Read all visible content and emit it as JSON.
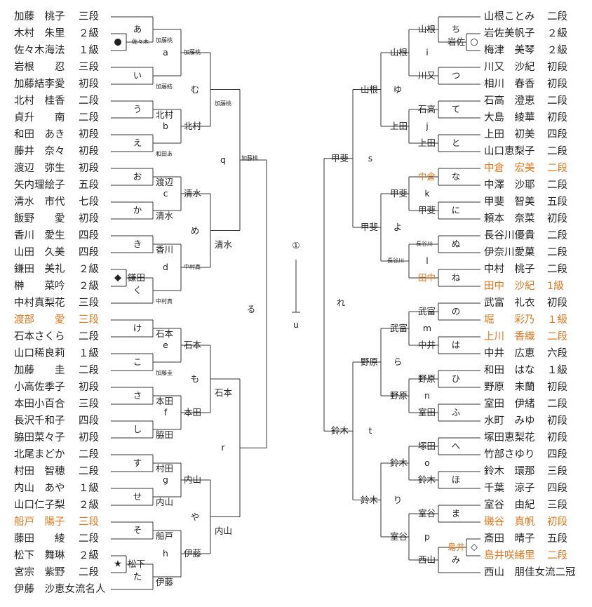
{
  "colors": {
    "line": "#333333",
    "text": "#222222",
    "highlight": "#e07820"
  },
  "left": {
    "players": [
      {
        "name": "加藤　桃子",
        "rank": "三段"
      },
      {
        "name": "木村　朱里",
        "rank": "２級"
      },
      {
        "name": "佐々木海法",
        "rank": "１級"
      },
      {
        "name": "岩根　　忍",
        "rank": "三段"
      },
      {
        "name": "加藤結李愛",
        "rank": "初段"
      },
      {
        "name": "北村　桂香",
        "rank": "二段"
      },
      {
        "name": "貞升　　南",
        "rank": "二段"
      },
      {
        "name": "和田　あき",
        "rank": "初段"
      },
      {
        "name": "藤井　奈々",
        "rank": "初段"
      },
      {
        "name": "渡辺　弥生",
        "rank": "初段"
      },
      {
        "name": "矢内理絵子",
        "rank": "五段"
      },
      {
        "name": "清水　市代",
        "rank": "七段"
      },
      {
        "name": "飯野　　愛",
        "rank": "初段"
      },
      {
        "name": "香川　愛生",
        "rank": "四段"
      },
      {
        "name": "山田　久美",
        "rank": "四段"
      },
      {
        "name": "鎌田　美礼",
        "rank": "２級"
      },
      {
        "name": "榊　　菜吟",
        "rank": "２級"
      },
      {
        "name": "中村真梨花",
        "rank": "三段"
      },
      {
        "name": "渡部　　愛",
        "rank": "三段",
        "highlight": true
      },
      {
        "name": "石本さくら",
        "rank": "二段"
      },
      {
        "name": "山口稀良莉",
        "rank": "１級"
      },
      {
        "name": "加藤　　圭",
        "rank": "二段"
      },
      {
        "name": "小高佐季子",
        "rank": "初段"
      },
      {
        "name": "本田小百合",
        "rank": "三段"
      },
      {
        "name": "長沢千和子",
        "rank": "四段"
      },
      {
        "name": "脇田菜々子",
        "rank": "初段"
      },
      {
        "name": "北尾まどか",
        "rank": "二段"
      },
      {
        "name": "村田　智穂",
        "rank": "二段"
      },
      {
        "name": "内山　あや",
        "rank": "１級"
      },
      {
        "name": "山口仁子梨",
        "rank": "２級"
      },
      {
        "name": "船戸　陽子",
        "rank": "三段",
        "highlight": true
      },
      {
        "name": "藤田　　綾",
        "rank": "二段"
      },
      {
        "name": "松下　舞琳",
        "rank": "２級"
      },
      {
        "name": "宮宗　紫野",
        "rank": "二段"
      },
      {
        "name": "伊藤　沙恵女流名人",
        "rank": ""
      }
    ],
    "game_labels": [
      "あ",
      "い",
      "う",
      "え",
      "お",
      "か",
      "き",
      "く",
      "け",
      "こ",
      "さ",
      "し",
      "す",
      "せ",
      "そ",
      "た"
    ],
    "second_labels": [
      "a",
      "b",
      "c",
      "d",
      "e",
      "f",
      "g",
      "h"
    ],
    "third_labels": [
      "む",
      "め",
      "も",
      "や"
    ],
    "fourth_labels": [
      "q",
      "r"
    ],
    "semi_label": "る",
    "winners": {
      "prelim_a": "佐々木",
      "r1_a": "加藤桃",
      "r1_i": "加藤結",
      "r1_u": "北村",
      "r1_e": "和田あ",
      "r1_o": "渡辺",
      "r1_ka": "清水",
      "r1_ki": "香川",
      "r1_ku_top": "鎌田",
      "r1_ku": "中村真",
      "r1_ke": "石本",
      "r1_ko": "加藤圭",
      "r1_sa": "本田",
      "r1_shi": "脇田",
      "r1_su": "村田",
      "r1_se": "内山",
      "r1_so": "船戸",
      "r1_ta_top": "松下",
      "r1_ta": "伊藤",
      "r2_a": "加藤桃",
      "r2_b": "北村",
      "r2_c": "清水",
      "r2_d": "中村真",
      "r2_e": "石本",
      "r2_f": "本田",
      "r2_g": "内山",
      "r2_h": "伊藤",
      "r3_mu": "加藤桃",
      "r3_me": "清水",
      "r3_mo": "石本",
      "r3_ya": "内山",
      "r4_q": "加藤桃"
    }
  },
  "right": {
    "players": [
      {
        "name": "山根ことみ",
        "rank": "二段"
      },
      {
        "name": "岩佐美帆子",
        "rank": "２級"
      },
      {
        "name": "梅津　美琴",
        "rank": "２級"
      },
      {
        "name": "川又　沙紀",
        "rank": "初段"
      },
      {
        "name": "相川　春香",
        "rank": "初段"
      },
      {
        "name": "石高　澄恵",
        "rank": "二段"
      },
      {
        "name": "大島　綾華",
        "rank": "初段"
      },
      {
        "name": "上田　初美",
        "rank": "四段"
      },
      {
        "name": "山口恵梨子",
        "rank": "二段"
      },
      {
        "name": "中倉　宏美",
        "rank": "二段",
        "highlight": true
      },
      {
        "name": "中澤　沙耶",
        "rank": "二段"
      },
      {
        "name": "甲斐　智美",
        "rank": "五段"
      },
      {
        "name": "頼本　奈菜",
        "rank": "初段"
      },
      {
        "name": "長谷川優貴",
        "rank": "二段"
      },
      {
        "name": "伊奈川愛菓",
        "rank": "二段"
      },
      {
        "name": "中村　桃子",
        "rank": "二段"
      },
      {
        "name": "田中　沙紀",
        "rank": "1級",
        "highlight": true
      },
      {
        "name": "武富　礼衣",
        "rank": "初段"
      },
      {
        "name": "堀　　彩乃",
        "rank": "１級",
        "highlight": true
      },
      {
        "name": "上川　香織",
        "rank": "二段",
        "highlight": true
      },
      {
        "name": "中井　広恵",
        "rank": "六段"
      },
      {
        "name": "和田　はな",
        "rank": "１級"
      },
      {
        "name": "野原　未蘭",
        "rank": "初段"
      },
      {
        "name": "室田　伊緒",
        "rank": "二段"
      },
      {
        "name": "水町　みゆ",
        "rank": "初段"
      },
      {
        "name": "塚田恵梨花",
        "rank": "初段"
      },
      {
        "name": "竹部さゆり",
        "rank": "四段"
      },
      {
        "name": "鈴木　環那",
        "rank": "三段"
      },
      {
        "name": "千葉　涼子",
        "rank": "四段"
      },
      {
        "name": "室谷　由紀",
        "rank": "三段"
      },
      {
        "name": "磯谷　真帆",
        "rank": "初段",
        "highlight": true
      },
      {
        "name": "斎田　晴子",
        "rank": "五段"
      },
      {
        "name": "島井咲緒里",
        "rank": "二段",
        "highlight": true
      },
      {
        "name": "西山　朋佳女流二冠",
        "rank": ""
      }
    ],
    "game_labels": [
      "ち",
      "つ",
      "て",
      "と",
      "な",
      "に",
      "ぬ",
      "ね",
      "の",
      "は",
      "ひ",
      "ふ",
      "へ",
      "ほ",
      "ま",
      "み"
    ],
    "second_labels": [
      "i",
      "j",
      "k",
      "l",
      "m",
      "n",
      "o",
      "p"
    ],
    "third_labels": [
      "ゆ",
      "よ",
      "ら",
      "り"
    ],
    "fourth_labels": [
      "s",
      "t"
    ],
    "semi_label": "れ",
    "winners": {
      "prelim_chi": "岩佐",
      "r1_chi": "山根",
      "r1_tsu": "川又",
      "r1_te": "石高",
      "r1_to": "上田",
      "r1_na": "中倉",
      "r1_ni": "甲斐",
      "r1_nu": "長谷川",
      "r1_ne": "田中",
      "r1_no": "武富",
      "r1_ha": "中井",
      "r1_hi": "野原",
      "r1_fu": "室田",
      "r1_he": "塚田",
      "r1_ho": "鈴木",
      "r1_ma": "室谷",
      "r1_mi_top": "島井",
      "r1_mi": "西山",
      "r2_i": "山根",
      "r2_j": "上田",
      "r2_k": "甲斐",
      "r2_l": "長谷川",
      "r2_m": "武富",
      "r2_n": "野原",
      "r2_o": "鈴木",
      "r2_p": "室谷",
      "r3_yu": "山根",
      "r3_yo": "甲斐",
      "r3_ra": "野原",
      "r3_ri": "鈴木",
      "r4_s": "甲斐",
      "r4_t": "鈴木"
    }
  },
  "final": {
    "label": "①",
    "sub_label": "u"
  },
  "symbols": {
    "circle_filled": "●",
    "circle_open": "○",
    "diamond_filled": "◆",
    "diamond_open": "◇",
    "star": "★"
  }
}
